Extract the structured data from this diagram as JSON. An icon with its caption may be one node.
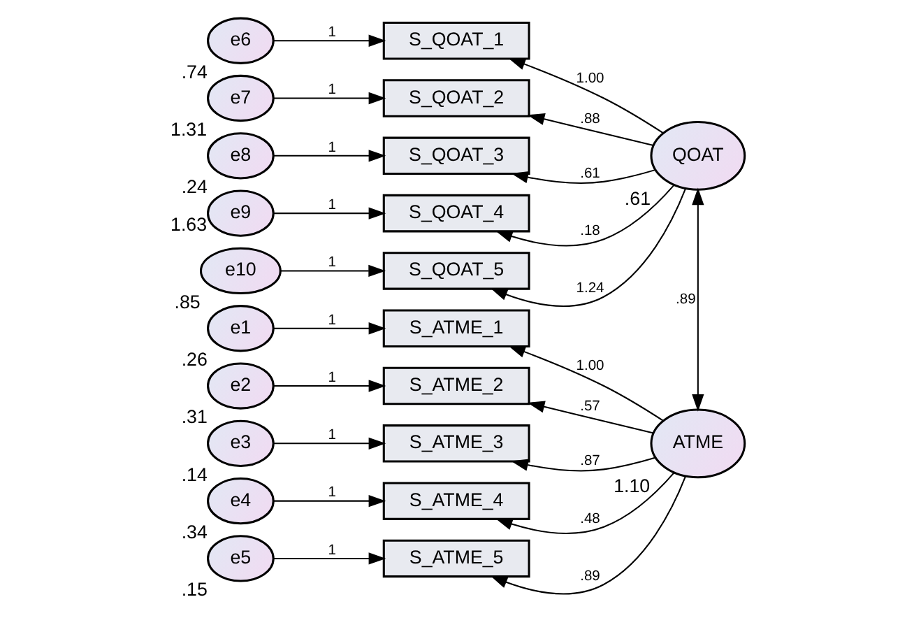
{
  "diagram": {
    "nodes": [
      {
        "text": [
          "e6"
        ],
        "beside": [
          ".74"
        ]
      },
      {
        "text": [
          "e7"
        ],
        "beside": [
          "1.31"
        ]
      },
      {
        "text": [
          "e8"
        ],
        "beside": [
          ".24"
        ]
      },
      {
        "text": [
          "e9"
        ],
        "beside": [
          "1.63"
        ]
      },
      {
        "text": [
          "e10"
        ],
        "beside": [
          ".85"
        ]
      },
      {
        "text": [
          "e1"
        ],
        "beside": [
          ".26"
        ]
      },
      {
        "text": [
          "e2"
        ],
        "beside": [
          ".31"
        ]
      },
      {
        "text": [
          "e3"
        ],
        "beside": [
          ".14"
        ]
      },
      {
        "text": [
          "e4"
        ],
        "beside": [
          ".34"
        ]
      },
      {
        "text": [
          "e5"
        ],
        "beside": [
          ".15"
        ]
      },
      {
        "text": [
          "S_QOAT_1"
        ]
      },
      {
        "text": [
          "S_QOAT_2"
        ]
      },
      {
        "text": [
          "S_QOAT_3"
        ]
      },
      {
        "text": [
          "S_QOAT_4"
        ]
      },
      {
        "text": [
          "S_QOAT_5"
        ]
      },
      {
        "text": [
          "S_ATME_1"
        ]
      },
      {
        "text": [
          "S_ATME_2"
        ]
      },
      {
        "text": [
          "S_ATME_3"
        ]
      },
      {
        "text": [
          "S_ATME_4"
        ]
      },
      {
        "text": [
          "S_ATME_5"
        ]
      },
      {
        "text": [
          "QOAT"
        ],
        "beside": [
          ".61"
        ]
      },
      {
        "text": [
          "ATME"
        ],
        "beside": [
          "1.10"
        ]
      }
    ],
    "edges": [
      {
        "from": 0,
        "to": 10,
        "arrow": "to",
        "label": "1"
      },
      {
        "from": 1,
        "to": 11,
        "arrow": "to",
        "label": "1"
      },
      {
        "from": 2,
        "to": 12,
        "arrow": "to",
        "label": "1"
      },
      {
        "from": 3,
        "to": 13,
        "arrow": "to",
        "label": "1"
      },
      {
        "from": 4,
        "to": 14,
        "arrow": "to",
        "label": "1"
      },
      {
        "from": 5,
        "to": 15,
        "arrow": "to",
        "label": "1"
      },
      {
        "from": 6,
        "to": 16,
        "arrow": "to",
        "label": "1"
      },
      {
        "from": 7,
        "to": 17,
        "arrow": "to",
        "label": "1"
      },
      {
        "from": 8,
        "to": 18,
        "arrow": "to",
        "label": "1"
      },
      {
        "from": 9,
        "to": 19,
        "arrow": "to",
        "label": "1"
      },
      {
        "from": 20,
        "to": 10,
        "arrow": "to",
        "label": "1.00"
      },
      {
        "from": 20,
        "to": 11,
        "arrow": "to",
        "label": ".88"
      },
      {
        "from": 20,
        "to": 12,
        "arrow": "to",
        "label": ".61"
      },
      {
        "from": 20,
        "to": 13,
        "arrow": "to",
        "label": ".18"
      },
      {
        "from": 20,
        "to": 14,
        "arrow": "to",
        "label": "1.24"
      },
      {
        "from": 21,
        "to": 15,
        "arrow": "to",
        "label": "1.00"
      },
      {
        "from": 21,
        "to": 16,
        "arrow": "to",
        "label": ".57"
      },
      {
        "from": 21,
        "to": 17,
        "arrow": "to",
        "label": ".87"
      },
      {
        "from": 21,
        "to": 18,
        "arrow": "to",
        "label": ".48"
      },
      {
        "from": 21,
        "to": 19,
        "arrow": "to",
        "label": ".89"
      },
      {
        "from": 20,
        "to": 21,
        "arrow": "both",
        "label": ".89"
      }
    ]
  }
}
